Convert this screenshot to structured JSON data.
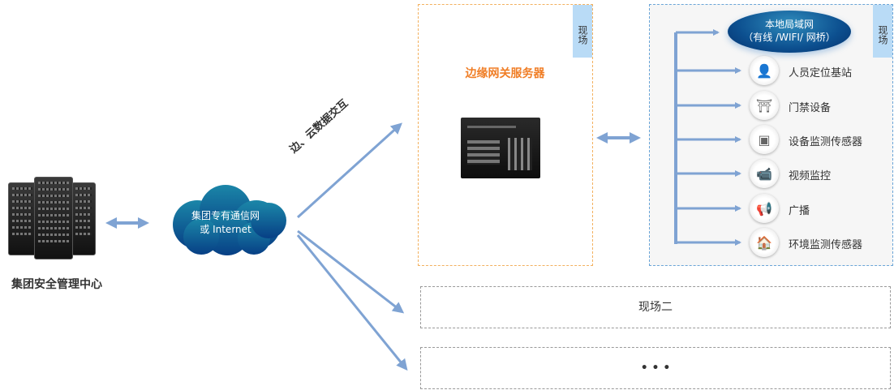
{
  "center": {
    "label": "集团安全管理中心"
  },
  "network": {
    "line1": "集团专有通信网",
    "line2": "或 Internet"
  },
  "edge_cloud_label": "边、云数据交互",
  "site1": {
    "tab": "现场",
    "gateway_title": "边缘网关服务器"
  },
  "site1_lan": {
    "tab": "现场",
    "lan_line1": "本地局域网",
    "lan_line2": "（有线 /WIFI/ 网桥）",
    "devices": [
      {
        "label": "人员定位基站",
        "icon": "person-pin-icon"
      },
      {
        "label": "门禁设备",
        "icon": "gate-icon"
      },
      {
        "label": "设备监测传感器",
        "icon": "sensor-box-icon"
      },
      {
        "label": "视频监控",
        "icon": "camera-icon"
      },
      {
        "label": "广播",
        "icon": "speaker-icon"
      },
      {
        "label": "环境监测传感器",
        "icon": "weather-station-icon"
      }
    ]
  },
  "site2": {
    "label": "现场二"
  },
  "more": {
    "label": "• • •"
  },
  "colors": {
    "arrow": "#7fa3d3",
    "orange": "#f07e26",
    "tab": "#b9dbf6"
  }
}
